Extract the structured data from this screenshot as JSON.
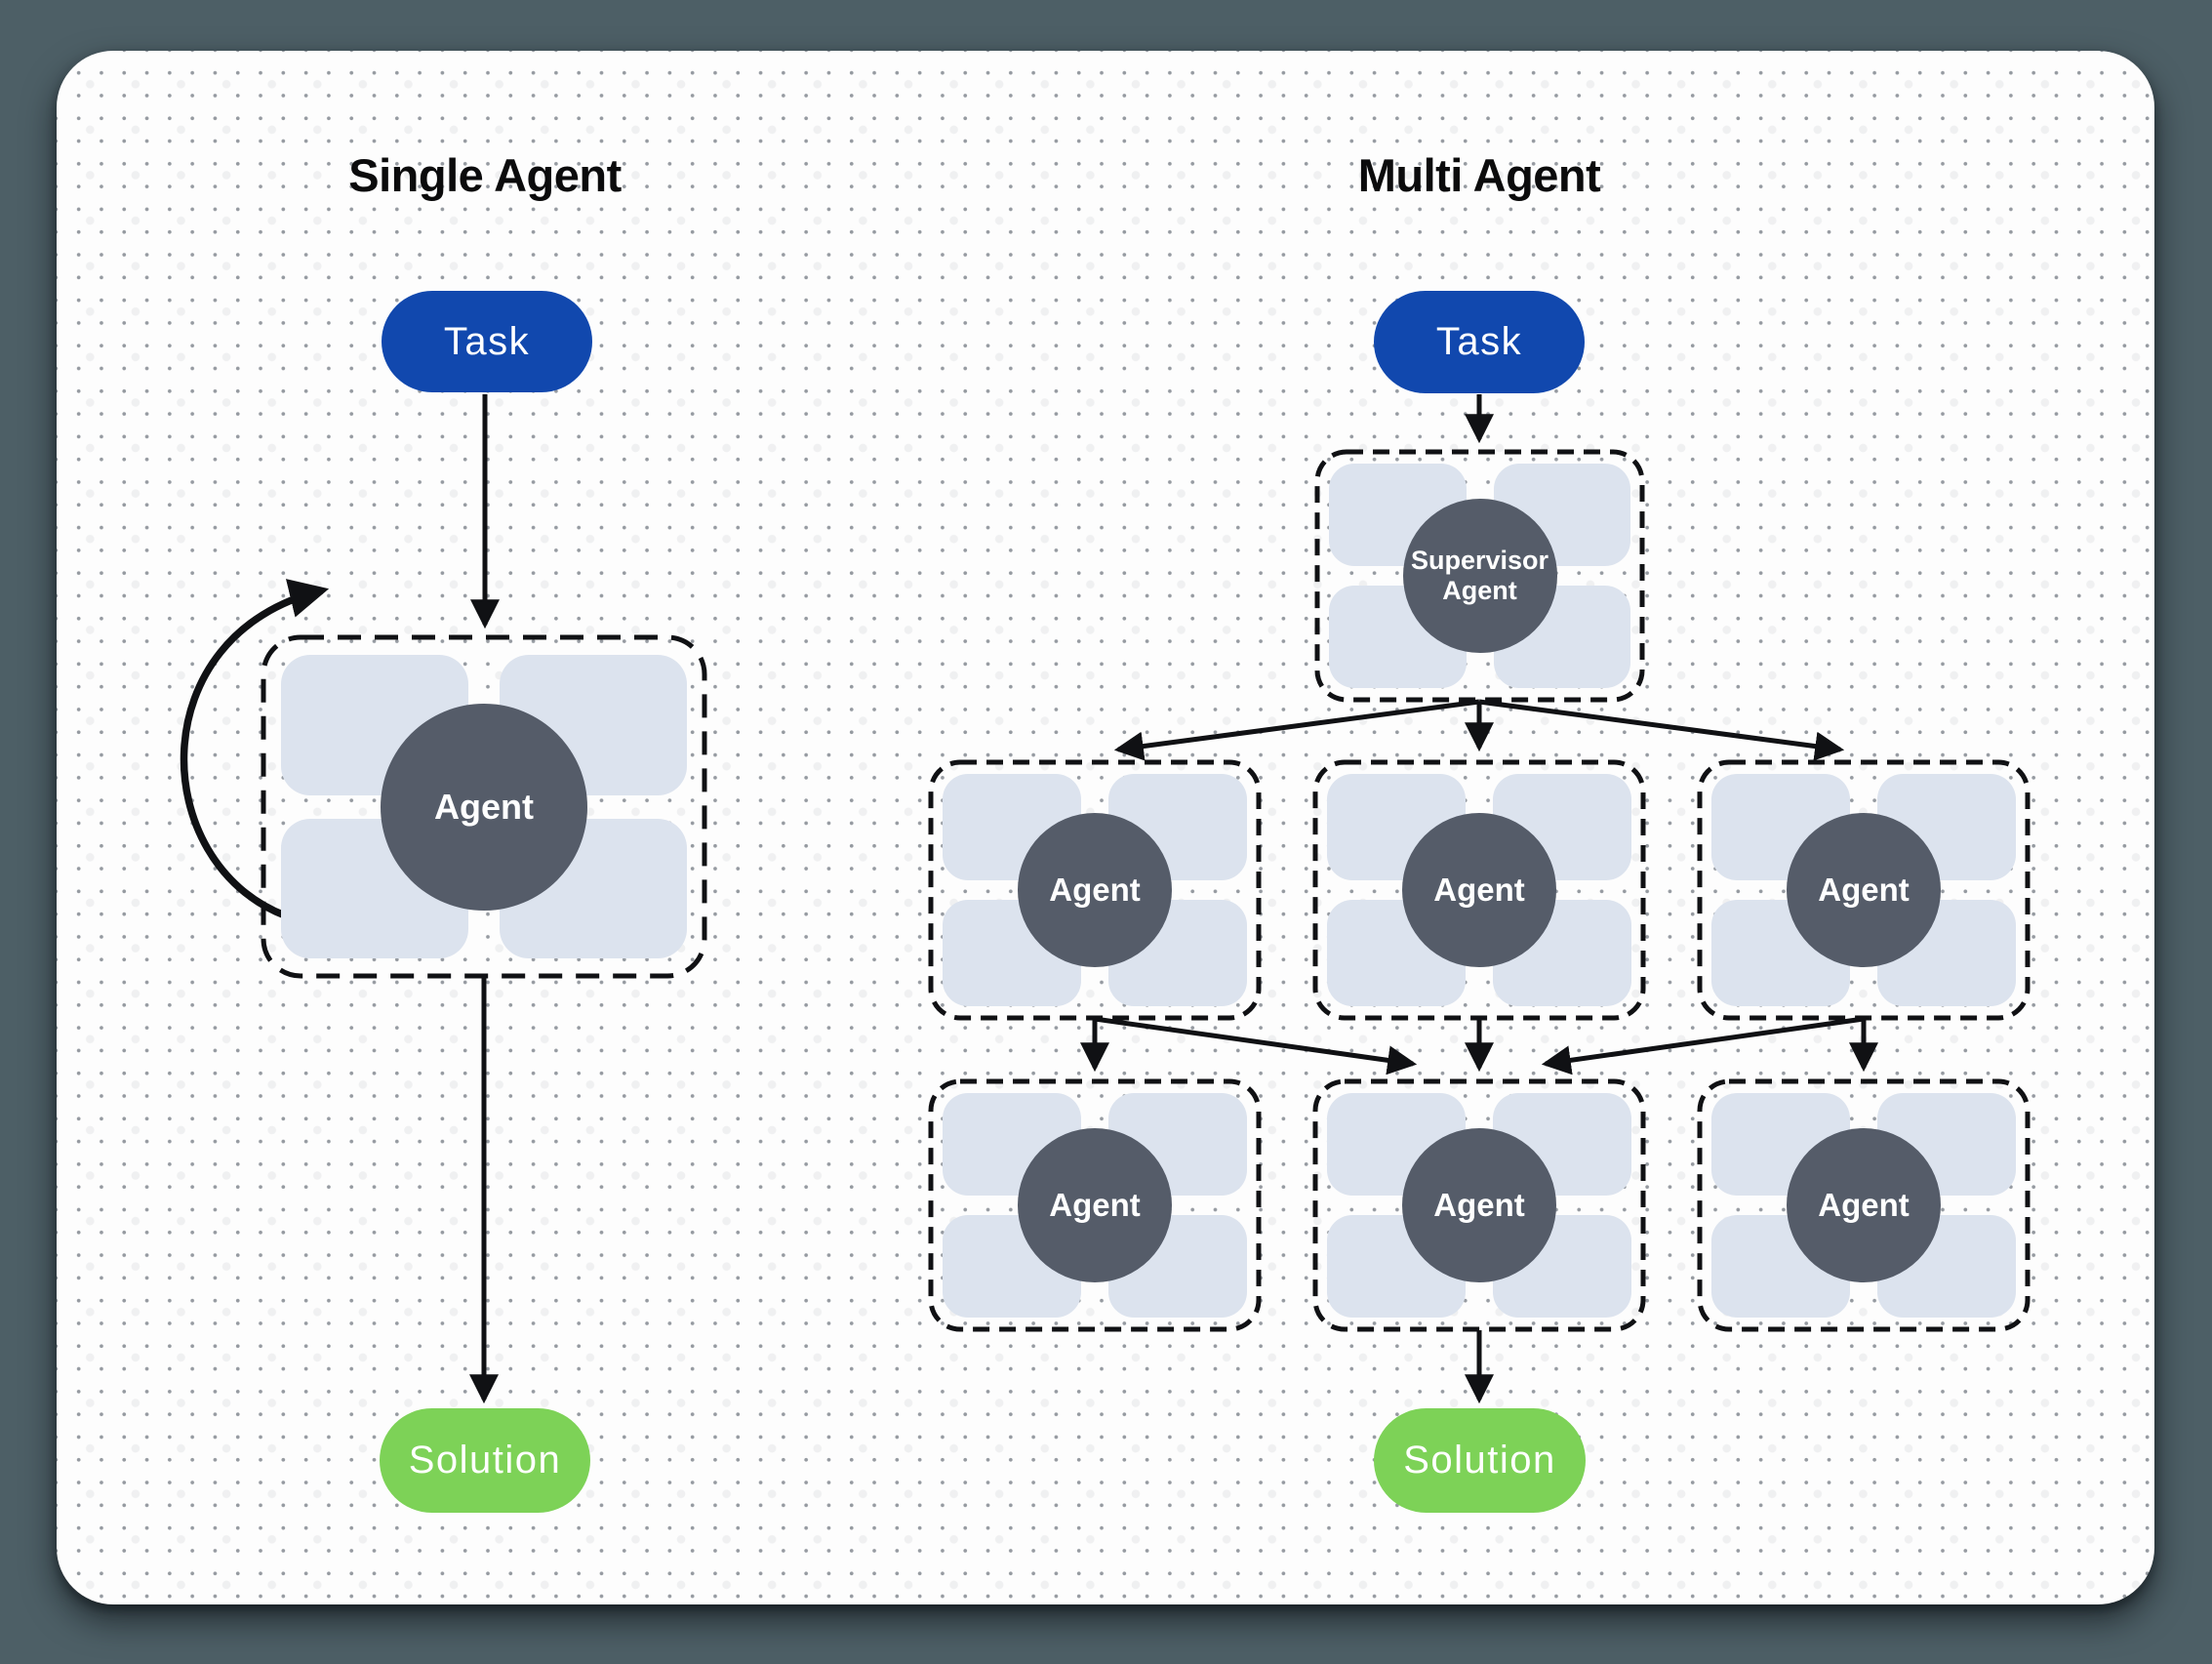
{
  "theme": {
    "bg": "#4d5f66",
    "panel": "#fdfdfd",
    "chip": "#dce3ee",
    "slate": "#555c69",
    "blue": "#1148ae",
    "green": "#7dd257",
    "ink": "#101114",
    "title": "#0b0b0c"
  },
  "left": {
    "title": "Single Agent",
    "task_label": "Task",
    "agent_label": "Agent",
    "solution_label": "Solution"
  },
  "right": {
    "title": "Multi Agent",
    "task_label": "Task",
    "supervisor_line1": "Supervisor",
    "supervisor_line2": "Agent",
    "agent_labels": [
      "Agent",
      "Agent",
      "Agent",
      "Agent",
      "Agent",
      "Agent"
    ],
    "solution_label": "Solution"
  }
}
